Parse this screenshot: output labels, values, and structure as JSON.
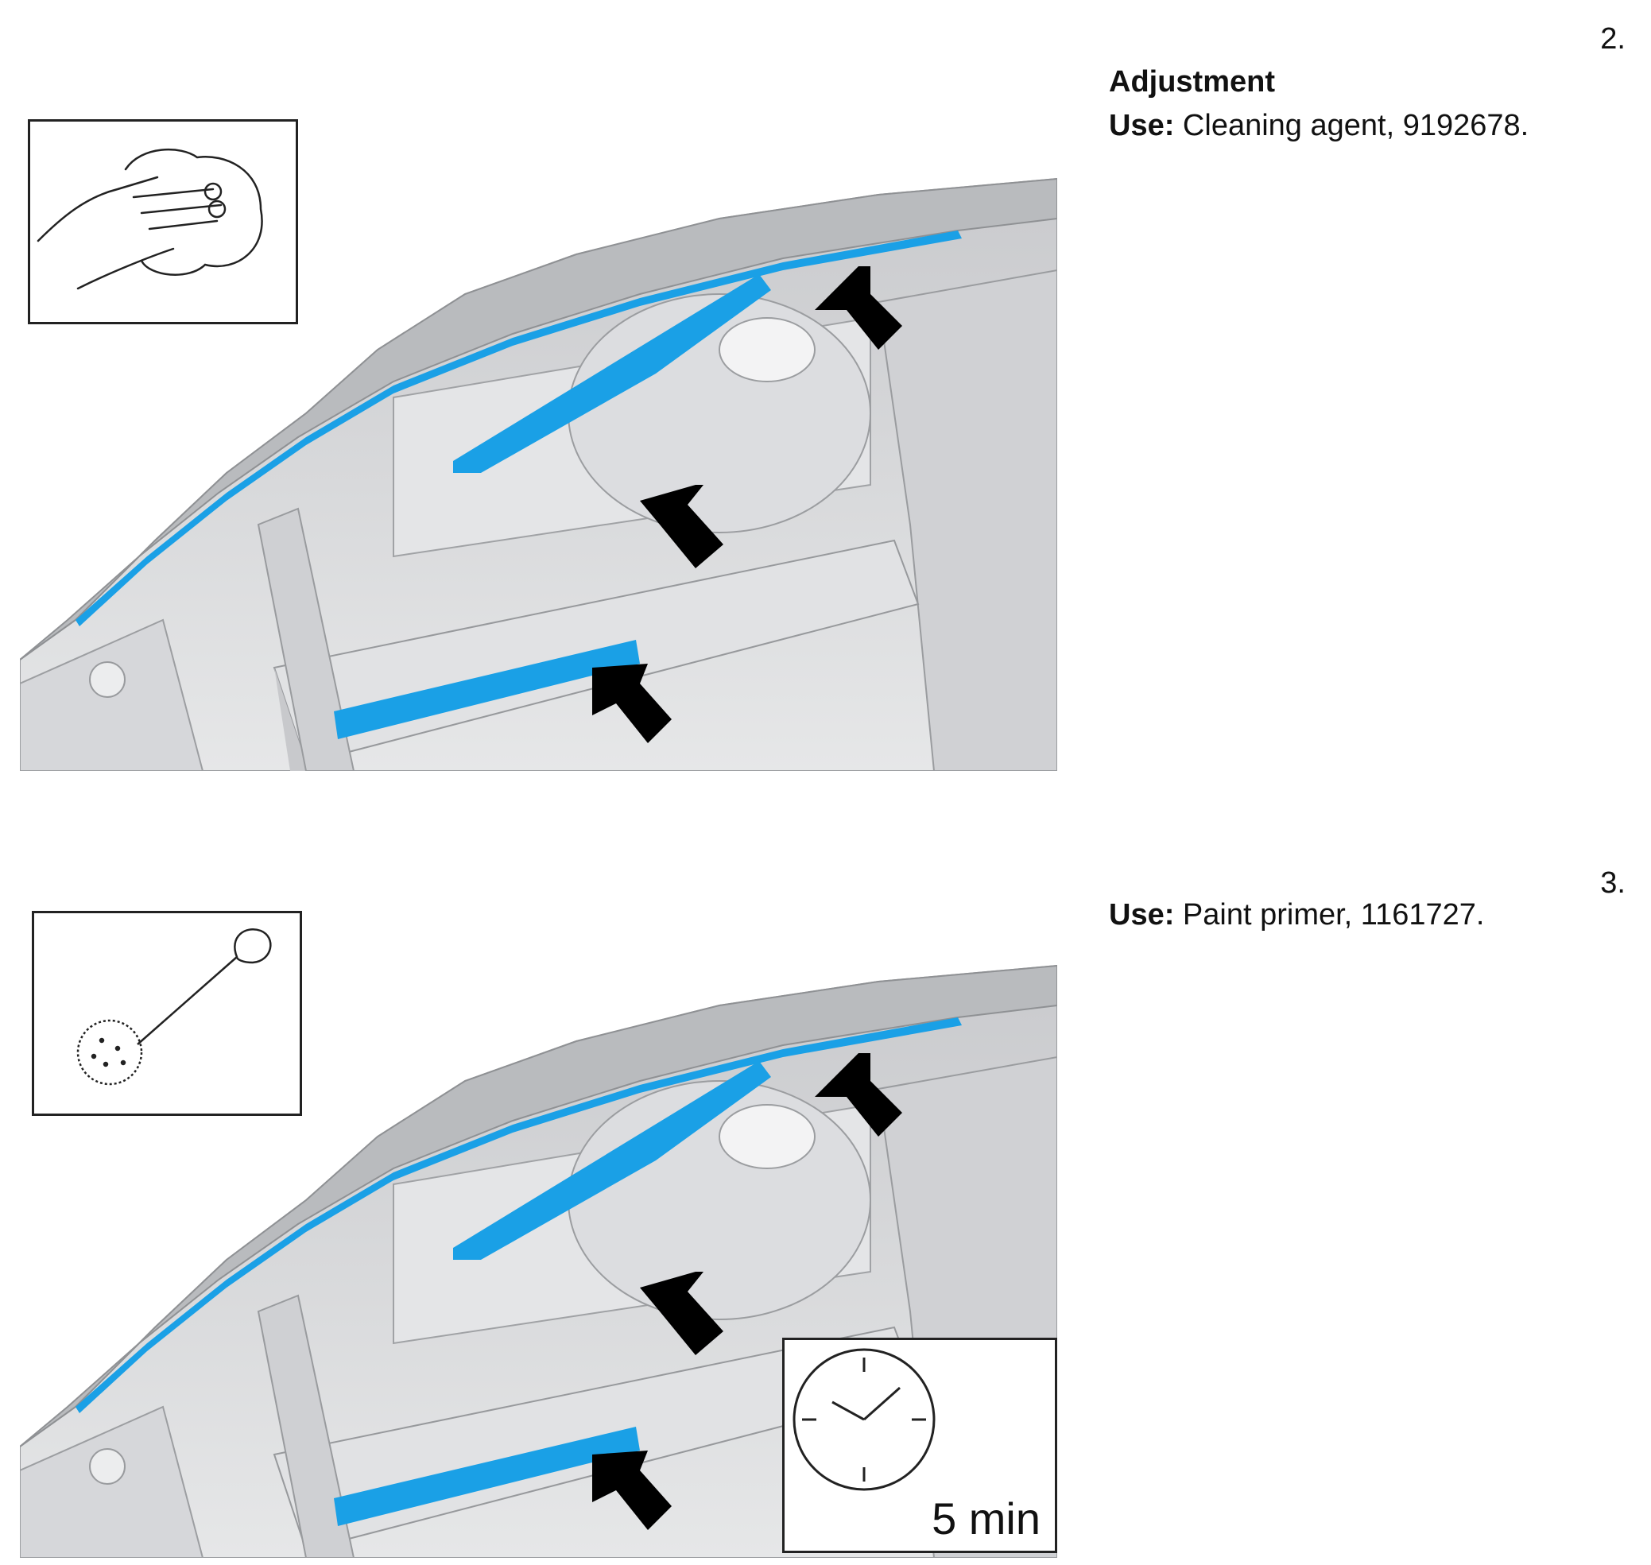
{
  "steps": [
    {
      "number": "2.",
      "heading": "Adjustment",
      "use_label": "Use:",
      "use_text": " Cleaning agent, 9192678.",
      "inset_icon": "wiping-hand-icon"
    },
    {
      "number": "3.",
      "use_label": "Use:",
      "use_text": " Paint primer, 1161727.",
      "inset_icon": "primer-applicator-icon",
      "timer_icon": "clock-icon",
      "timer_text": "5 min"
    }
  ],
  "colors": {
    "highlight": "#1aa0e6",
    "metal": "#d9dadc",
    "metal_dark": "#a9abae",
    "arrow": "#000000"
  }
}
